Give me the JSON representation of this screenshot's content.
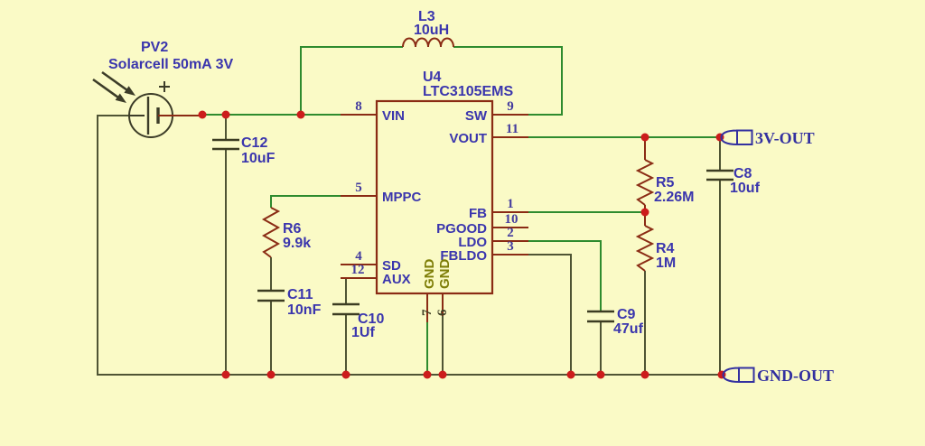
{
  "colors": {
    "background": "#fafac6",
    "wire_green": "#2e8b2e",
    "wire_ground": "#4f5434",
    "symbol_maroon": "#8a2b14",
    "junction_red": "#cc1c1c",
    "text_indigo": "#3a35ad",
    "gnd_pin_olive": "#7e7e08"
  },
  "solar_cell": {
    "ref": "PV2",
    "desc": "Solarcell 50mA 3V",
    "plus": "+"
  },
  "inductor_l3": {
    "ref": "L3",
    "value": "10uH"
  },
  "ic_u4": {
    "ref": "U4",
    "part": "LTC3105EMS",
    "pins": {
      "vin": {
        "num": "8",
        "name": "VIN"
      },
      "sw": {
        "num": "9",
        "name": "SW"
      },
      "vout": {
        "num": "11",
        "name": "VOUT"
      },
      "mppc": {
        "num": "5",
        "name": "MPPC"
      },
      "fb": {
        "num": "1",
        "name": "FB"
      },
      "pgood": {
        "num": "10",
        "name": "PGOOD"
      },
      "ldo": {
        "num": "2",
        "name": "LDO"
      },
      "fbldo": {
        "num": "3",
        "name": "FBLDO"
      },
      "sd": {
        "num": "4",
        "name": "SD"
      },
      "aux": {
        "num": "12",
        "name": "AUX"
      },
      "gnd7": {
        "num": "7",
        "name": "GND"
      },
      "gnd6": {
        "num": "6",
        "name": "GND"
      }
    }
  },
  "capacitors": {
    "c12": {
      "ref": "C12",
      "value": "10uF"
    },
    "c11": {
      "ref": "C11",
      "value": "10nF"
    },
    "c10": {
      "ref": "C10",
      "value": "1Uf"
    },
    "c9": {
      "ref": "C9",
      "value": "47uf"
    },
    "c8": {
      "ref": "C8",
      "value": "10uf"
    }
  },
  "resistors": {
    "r6": {
      "ref": "R6",
      "value": "9.9k"
    },
    "r5": {
      "ref": "R5",
      "value": "2.26M"
    },
    "r4": {
      "ref": "R4",
      "value": "1M"
    }
  },
  "ports": {
    "out3v": {
      "label": "3V-OUT"
    },
    "gndout": {
      "label": "GND-OUT"
    }
  }
}
